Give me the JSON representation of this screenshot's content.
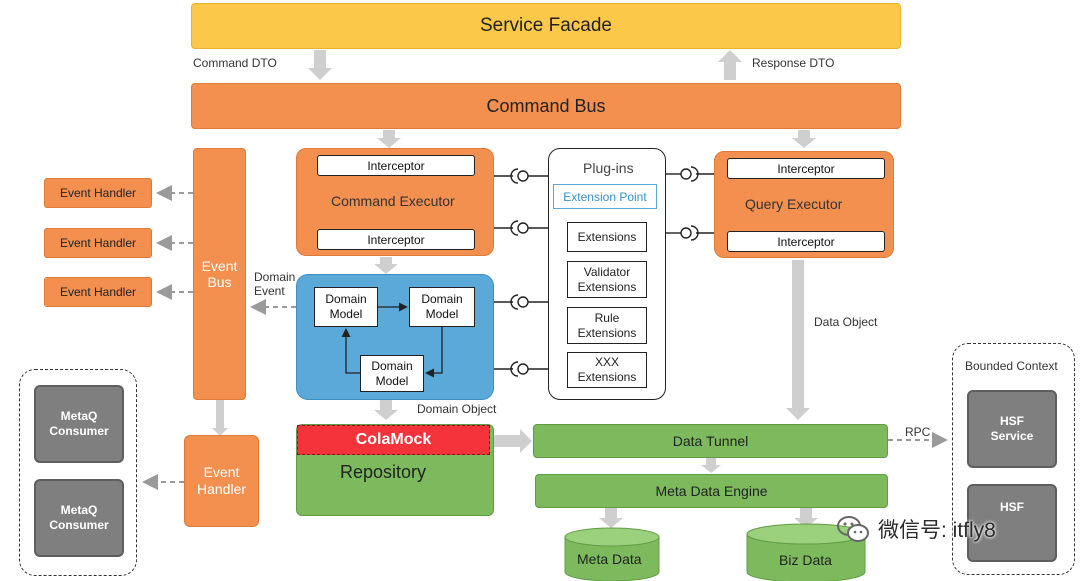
{
  "service_facade": "Service Facade",
  "command_dto": "Command DTO",
  "response_dto": "Response DTO",
  "command_bus": "Command Bus",
  "event_handlers": [
    "Event Handler",
    "Event Handler",
    "Event Handler"
  ],
  "event_bus": "Event\nBus",
  "domain_event": "Domain\nEvent",
  "command_executor": {
    "title": "Command Executor",
    "interceptor_top": "Interceptor",
    "interceptor_bottom": "Interceptor"
  },
  "plug_ins": {
    "title": "Plug-ins",
    "extension_point": "Extension Point",
    "items": [
      "Extensions",
      "Validator\nExtensions",
      "Rule\nExtensions",
      "XXX\nExtensions"
    ]
  },
  "query_executor": {
    "title": "Query Executor",
    "interceptor_top": "Interceptor",
    "interceptor_bottom": "Interceptor"
  },
  "domain_models": [
    "Domain\nModel",
    "Domain\nModel",
    "Domain\nModel"
  ],
  "domain_object": "Domain Object",
  "data_object": "Data Object",
  "event_handler_lower": "Event\nHandler",
  "metaq_consumers": [
    "MetaQ\nConsumer",
    "MetaQ\nConsumer"
  ],
  "cola_mock": "ColaMock",
  "repository": "Repository",
  "data_tunnel": "Data Tunnel",
  "rpc": "RPC",
  "meta_data_engine": "Meta Data Engine",
  "meta_data": "Meta Data",
  "biz_data": "Biz Data",
  "bounded_context": "Bounded Context",
  "hsf_service": "HSF\nService",
  "hsf_lower": "HSF",
  "watermark": "微信号: itfly8",
  "colors": {
    "facade": "#fbc849",
    "orange": "#f38f4f",
    "blue": "#5aa9d8",
    "green": "#7dba5e",
    "red": "#f4333a",
    "gray": "#7f7f7f",
    "arrow": "#cfcfcf"
  }
}
